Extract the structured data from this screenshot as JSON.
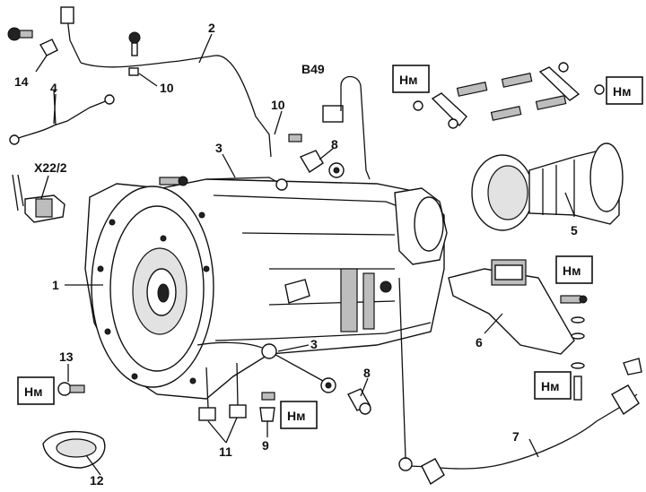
{
  "callouts": {
    "c1": "1",
    "c2": "2",
    "c3a": "3",
    "c3b": "3",
    "c4": "4",
    "c5": "5",
    "c6": "6",
    "c7": "7",
    "c8a": "8",
    "c8b": "8",
    "c9": "9",
    "c10a": "10",
    "c10b": "10",
    "c11": "11",
    "c12": "12",
    "c13": "13",
    "c14": "14",
    "b49": "B49",
    "x22": "X22/2"
  },
  "torque_boxes": {
    "t1": "Нм",
    "t2": "Нм",
    "t3": "Нм",
    "t4": "Нм",
    "t5": "Нм",
    "t6": "Нм"
  },
  "colors": {
    "line": "#111111",
    "shade": "#bdbdbd",
    "background": "#ffffff"
  }
}
